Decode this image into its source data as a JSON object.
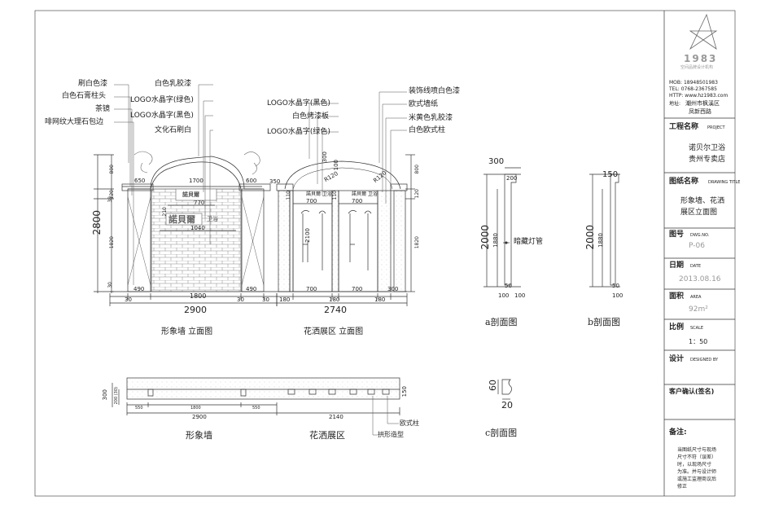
{
  "callouts_left": [
    "刷白色漆",
    "白色石膏柱头",
    "茶镜",
    "啡网纹大理石包边"
  ],
  "callouts_center": [
    "白色乳胶漆",
    "LOGO水晶字(绿色)",
    "LOGO水晶字(黑色)",
    "文化石刷白"
  ],
  "callouts_mid": [
    "LOGO水晶字(黑色)",
    "白色烤漆板",
    "LOGO水晶字(绿色)"
  ],
  "callouts_right": [
    "装饰线喷白色漆",
    "欧式墙纸",
    "米黄色乳胶漆",
    "白色欧式柱"
  ],
  "dims_left_elev": {
    "total_h": "2800",
    "top_v": "800",
    "h120": "120",
    "h1820": "1820",
    "h30a": "30",
    "h30b": "30",
    "w650": "650",
    "w1700": "1700",
    "w600": "600",
    "w770": "770",
    "w210": "210",
    "w1040": "1040",
    "b30a": "30",
    "b490a": "490",
    "b1800": "1800",
    "b30b": "30",
    "b490b": "490",
    "b30c": "30",
    "total_w": "2900"
  },
  "dims_right_elev": {
    "w350": "350",
    "w300": "300",
    "w100": "100",
    "r120a": "R120",
    "r120b": "R120",
    "w700a": "700",
    "w700b": "700",
    "h110a": "110",
    "h110b": "110",
    "h2100": "2100",
    "r800": "800",
    "r120": "120",
    "r1820": "1820",
    "b180a": "180",
    "b700a": "700",
    "b180b": "180",
    "b700b": "700",
    "b180c": "180",
    "b300": "300",
    "total_w": "2740"
  },
  "elev_captions": {
    "left": "形象墙 立面图",
    "right": "花洒展区 立面图"
  },
  "logo_text": {
    "brand": "諾貝爾",
    "sub": "卫浴",
    "small_a": "諾貝爾 卫浴",
    "small_b": "諾貝爾 卫浴"
  },
  "section_a": {
    "w300": "300",
    "w200": "200",
    "h2000": "2000",
    "h1880": "1880",
    "b50": "50",
    "b100a": "100",
    "b100b": "100",
    "note": "暗藏灯管",
    "caption": "a剖面图"
  },
  "section_b": {
    "w150": "150",
    "h2000": "2000",
    "h1880": "1880",
    "b50": "50",
    "b100": "100",
    "caption": "b剖面图"
  },
  "section_c": {
    "h60": "60",
    "w20": "20",
    "caption": "c剖面图"
  },
  "plan": {
    "h300": "300",
    "h200": "200 (30)",
    "h50": "150",
    "w550a": "550",
    "w1800": "1800",
    "w550b": "550",
    "total_left": "2900",
    "total_right": "2140",
    "label_left": "形象墙",
    "label_right": "花洒展区",
    "note_a": "欧式柱",
    "note_b": "拱形造型"
  },
  "title_block": {
    "logo_num": "1983",
    "logo_sub": "空间品牌设计机构",
    "mob": "MOB: 18948501983",
    "tel": "TEL: 0768-2367585",
    "http": "HTTP: www.hz1983.com",
    "addr_label": "地址:",
    "addr_1": "潮州市枫溪区",
    "addr_2": "凤新西路",
    "project_label": "工程名称",
    "project_en": "PROJECT",
    "project_1": "诺贝尔卫浴",
    "project_2": "贵州专卖店",
    "drawing_label": "图纸名称",
    "drawing_en": "DRAWING TITLE",
    "drawing_1": "形象墙、花洒",
    "drawing_2": "展区立面图",
    "no_label": "图号",
    "no_en": "DWG.NO.",
    "no_val": "P-06",
    "date_label": "日期",
    "date_en": "DATE",
    "date_val": "2013.08.16",
    "area_label": "面积",
    "area_en": "AREA",
    "area_val": "92m²",
    "scale_label": "比例",
    "scale_en": "SCALE",
    "scale_val": "1：50",
    "design_label": "设计",
    "design_en": "DESIGNED BY",
    "client_label": "客户确认(签名)",
    "notes_label": "备注:",
    "notes_text": [
      "当图纸尺寸与现场",
      "尺寸不符（误差）",
      "时，以现场尺寸",
      "为准。并与设计师",
      "或施工监理商议后",
      "修正"
    ]
  }
}
